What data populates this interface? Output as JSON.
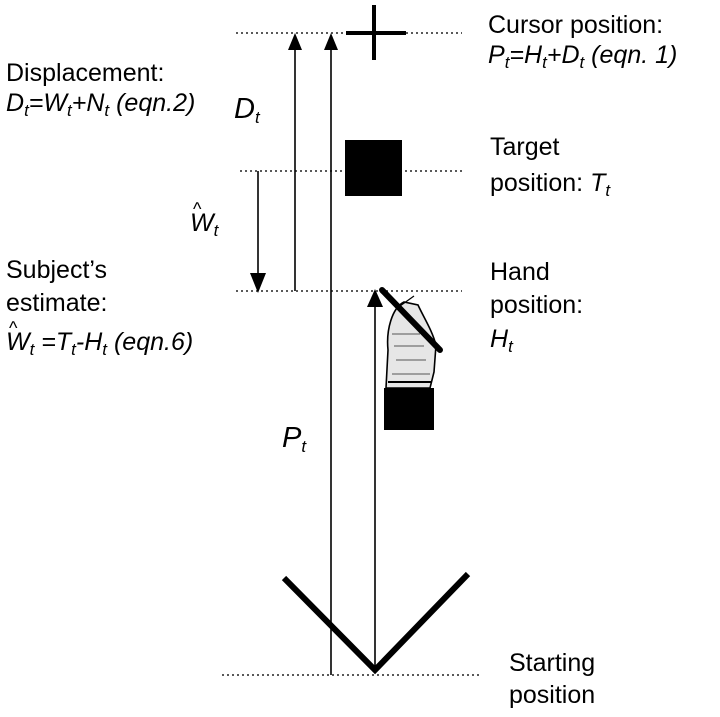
{
  "labels": {
    "cursor_position_title": "Cursor position:",
    "cursor_eqn": {
      "P": "P",
      "t1": "t",
      "eq": "=",
      "H": "H",
      "t2": "t",
      "plus": "+",
      "D": "D",
      "t3": "t",
      "suffix": " (eqn. 1)"
    },
    "displacement_title": "Displacement:",
    "displacement_eqn": {
      "D": "D",
      "t1": "t",
      "eq": "=",
      "W": "W",
      "t2": "t",
      "plus": "+",
      "N": "N",
      "t3": "t",
      "suffix": " (eqn.2)"
    },
    "dt_label": {
      "D": "D",
      "t": "t"
    },
    "target_line1": "Target",
    "target_line2_prefix": "position: ",
    "target_T": "T",
    "target_t": "t",
    "what_label": {
      "W": "W",
      "t": "t"
    },
    "subject_line1": "Subject’s",
    "subject_line2": "estimate:",
    "subject_eqn": {
      "W": "W",
      "t1": "t",
      "eq": " =",
      "T": "T",
      "t2": "t",
      "minus": "-",
      "H": "H",
      "t3": "t",
      "suffix": " (eqn.6)"
    },
    "hand_line1": "Hand",
    "hand_line2": "position:",
    "hand_H": "H",
    "hand_t": "t",
    "pt_label": {
      "P": "P",
      "t": "t"
    },
    "starting_line1": "Starting",
    "starting_line2": "position"
  },
  "icons": {
    "cursor": "crosshair-cursor-icon",
    "target": "target-square-icon",
    "hand": "hand-holding-pen-icon",
    "start": "v-shape-starting-marker"
  },
  "colors": {
    "ink": "#000000",
    "dotted": "#222222",
    "hand_fill": "#e6e6e6",
    "background": "#ffffff"
  }
}
